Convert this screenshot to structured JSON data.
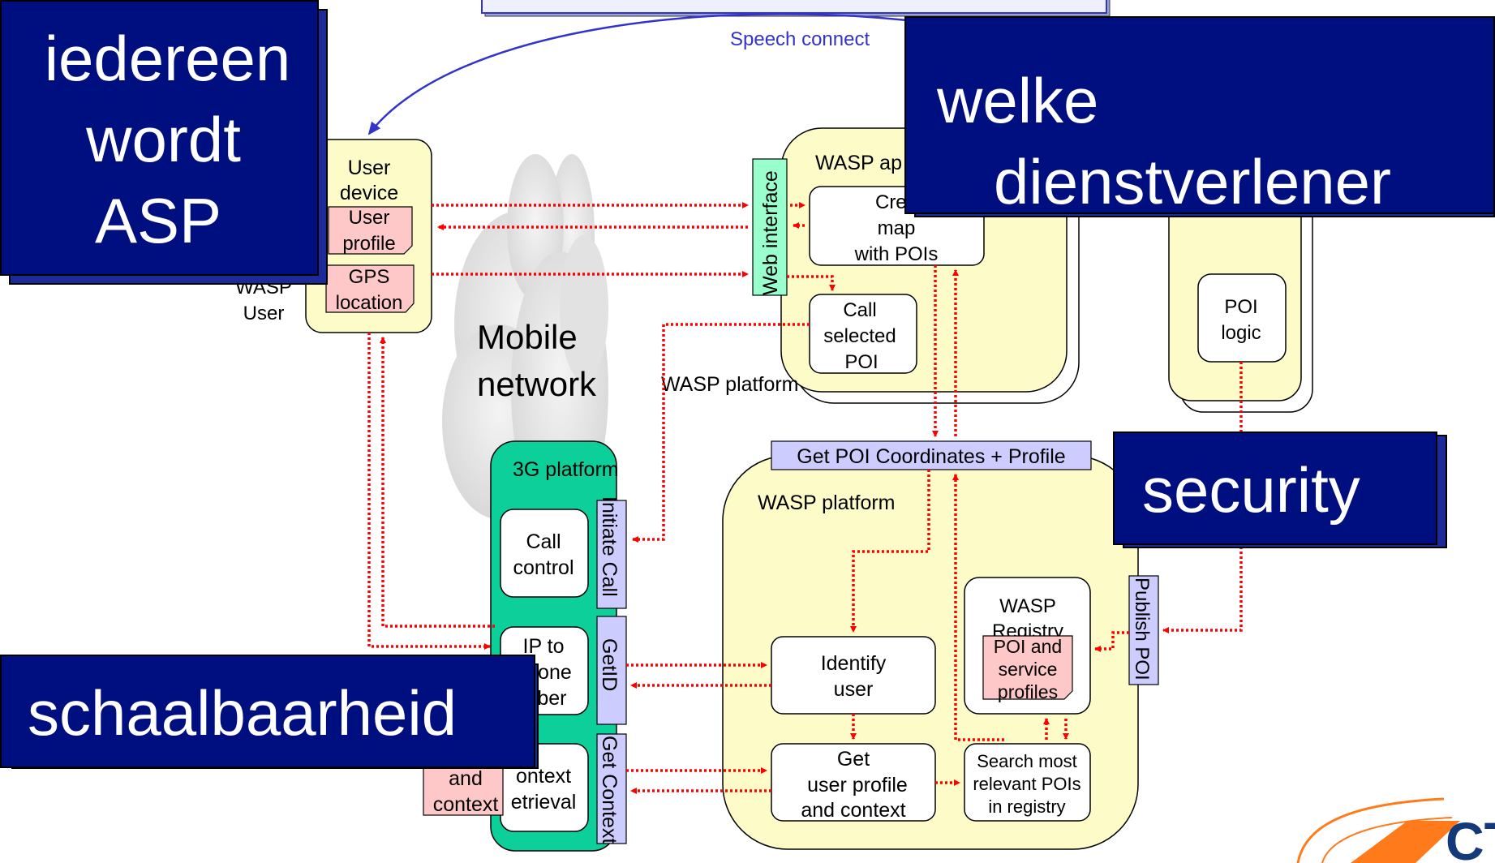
{
  "speech_connection": "Speech connect",
  "user_device": {
    "title_1": "User",
    "title_2": "device",
    "user_profile_1": "User",
    "user_profile_2": "profile",
    "gps_1": "GPS",
    "gps_2": "location",
    "wasp_1": "WASP",
    "wasp_2": "User"
  },
  "mobile_network_1": "Mobile",
  "mobile_network_2": "network",
  "wasp_platform_label": "WASP platform",
  "web_interface": "Web interface",
  "wasp_app": {
    "title": "WASP ap",
    "create_map_1": "Crea",
    "create_map_2": "map",
    "create_map_3": "with POIs",
    "call_poi_1": "Call",
    "call_poi_2": "selected",
    "call_poi_3": "POI"
  },
  "poi_logic_1": "POI",
  "poi_logic_2": "logic",
  "get_poi_coordinates": "Get POI Coordinates + Profile",
  "platform_3g": {
    "title": "3G platform",
    "call_control_1": "Call",
    "call_control_2": "control",
    "initiate_call": "Initiate Call",
    "ip_phone_1": "IP to",
    "ip_phone_2": "phone",
    "ip_phone_3": "mber",
    "get_id": "GetID",
    "context_1": "ontext",
    "context_2": "etrieval",
    "get_context": "Get Context"
  },
  "and_context_1": "and",
  "and_context_2": "context",
  "wasp_platform": {
    "title": "WASP platform",
    "identify_1": "Identify",
    "identify_2": "user",
    "get_profile_1": "Get",
    "get_profile_2": "user profile",
    "get_profile_3": "and context",
    "registry_1": "WASP",
    "registry_2": "Registry",
    "poi_profiles_1": "POI and",
    "poi_profiles_2": "service",
    "poi_profiles_3": "profiles",
    "search_1": "Search most",
    "search_2": "relevant POIs",
    "search_3": "in registry",
    "publish_poi": "Publish POI"
  },
  "callouts": {
    "iedereen": [
      "iedereen",
      "wordt",
      "ASP"
    ],
    "dienstverlener": [
      "welke",
      "dienstverlener"
    ],
    "security": "security",
    "schaalbaarheid": "schaalbaarheid"
  },
  "logo_text": "CTI",
  "colors": {
    "callout_navy": "#000f80",
    "callout_shadow": "#1c2a9a",
    "node_yellow": "#fdfcc8",
    "platform_green": "#0ccf9a",
    "interface_lavender": "#ccccff",
    "profile_pink": "#ffc8c8",
    "arrow_red": "#ff0000",
    "speech_blue": "#3333cc"
  }
}
